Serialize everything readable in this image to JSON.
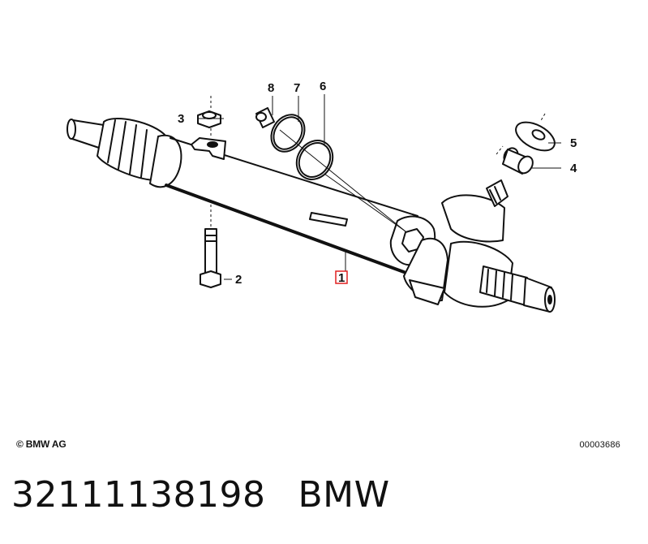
{
  "diagram": {
    "callouts": [
      {
        "id": "1",
        "label": "1",
        "highlighted": true
      },
      {
        "id": "2",
        "label": "2"
      },
      {
        "id": "3",
        "label": "3"
      },
      {
        "id": "4",
        "label": "4"
      },
      {
        "id": "5",
        "label": "5"
      },
      {
        "id": "6",
        "label": "6"
      },
      {
        "id": "7",
        "label": "7"
      },
      {
        "id": "8",
        "label": "8"
      }
    ],
    "copyright": "© BMW AG",
    "diagram_id": "00003686",
    "highlight_color": "#e02020"
  },
  "footer": {
    "part_number": "32111138198",
    "brand": "BMW"
  }
}
